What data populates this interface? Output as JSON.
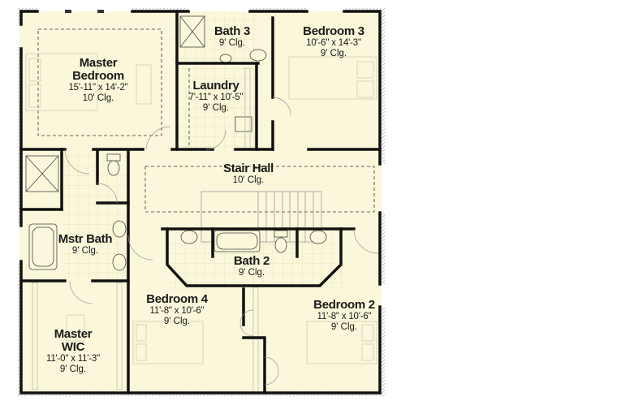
{
  "plan": {
    "colors": {
      "floor": "#fbf7da",
      "wall": "#111111",
      "exterior_hatch": "#9a9a9a",
      "fixture": "#b9b8a6",
      "tile": "#e6e2c2",
      "background": "#ffffff"
    },
    "rooms": [
      {
        "id": "master-bedroom",
        "name": "Master",
        "name2": "Bedroom",
        "dims": "15'-11\" x 14'-2\"",
        "ceiling": "10' Clg."
      },
      {
        "id": "bath-3",
        "name": "Bath 3",
        "ceiling": "9' Clg."
      },
      {
        "id": "bedroom-3",
        "name": "Bedroom 3",
        "dims": "10'-6\" x 14'-3\"",
        "ceiling": "9' Clg."
      },
      {
        "id": "laundry",
        "name": "Laundry",
        "dims": "7'-11\" x 10'-5\"",
        "ceiling": "9' Clg."
      },
      {
        "id": "stair-hall",
        "name": "Stair Hall",
        "ceiling": "10' Clg."
      },
      {
        "id": "mstr-bath",
        "name": "Mstr Bath",
        "ceiling": "9' Clg."
      },
      {
        "id": "bath-2",
        "name": "Bath 2",
        "ceiling": "9' Clg."
      },
      {
        "id": "bedroom-4",
        "name": "Bedroom 4",
        "dims": "11'-8\" x 10'-6\"",
        "ceiling": "9' Clg."
      },
      {
        "id": "bedroom-2",
        "name": "Bedroom 2",
        "dims": "11'-8\" x 10'-6\"",
        "ceiling": "9' Clg."
      },
      {
        "id": "master-wic",
        "name": "Master",
        "name2": "WIC",
        "dims": "11'-0\" x 11'-3\"",
        "ceiling": "9' Clg."
      }
    ]
  }
}
